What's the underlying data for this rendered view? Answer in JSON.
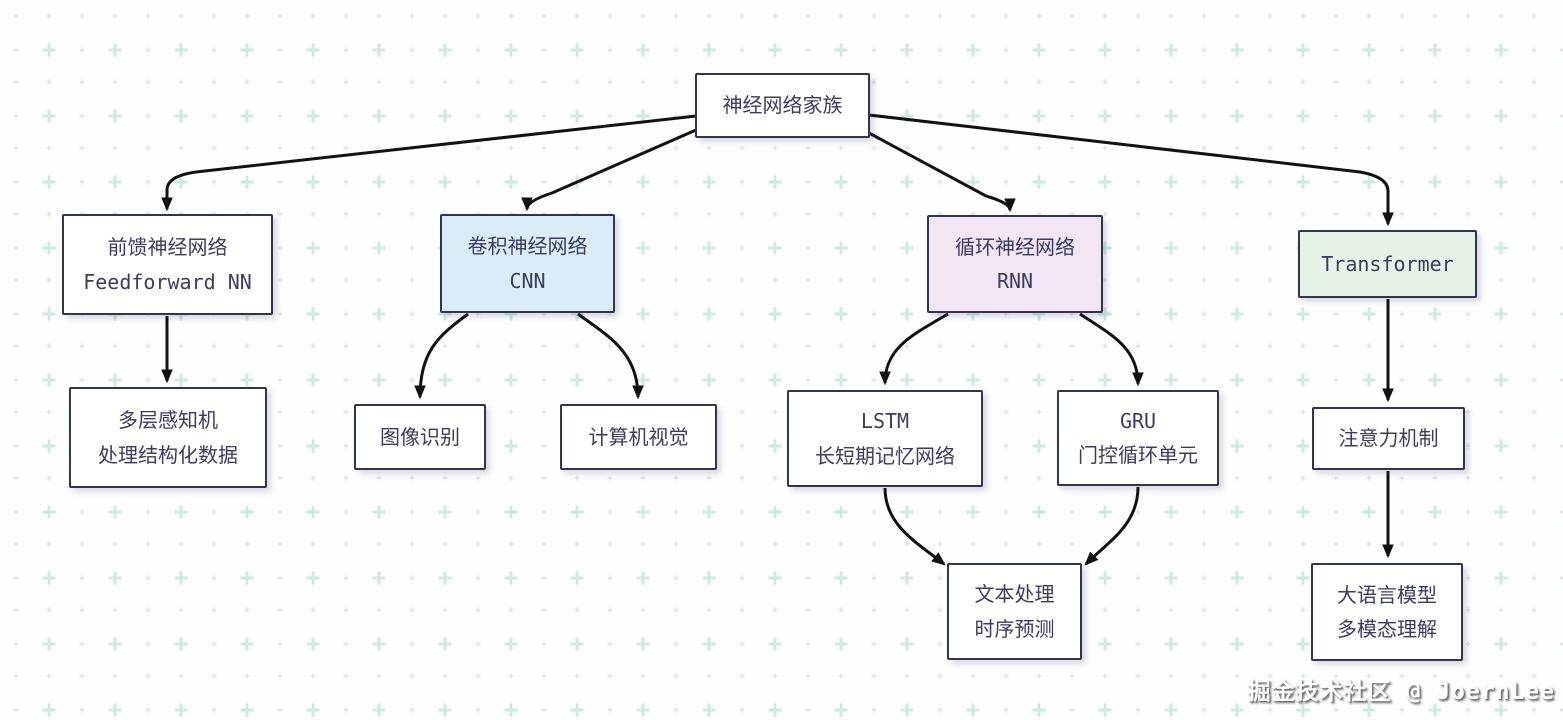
{
  "diagram": {
    "title": "神经网络家族",
    "nodes": {
      "root": {
        "lines": [
          "神经网络家族"
        ]
      },
      "ffnn": {
        "lines": [
          "前馈神经网络",
          "Feedforward NN"
        ]
      },
      "cnn": {
        "lines": [
          "卷积神经网络",
          "CNN"
        ]
      },
      "rnn": {
        "lines": [
          "循环神经网络",
          "RNN"
        ]
      },
      "transformer": {
        "lines": [
          "Transformer"
        ]
      },
      "mlp": {
        "lines": [
          "多层感知机",
          "处理结构化数据"
        ]
      },
      "image_recognition": {
        "lines": [
          "图像识别"
        ]
      },
      "computer_vision": {
        "lines": [
          "计算机视觉"
        ]
      },
      "lstm": {
        "lines": [
          "LSTM",
          "长短期记忆网络"
        ]
      },
      "gru": {
        "lines": [
          "GRU",
          "门控循环单元"
        ]
      },
      "attention": {
        "lines": [
          "注意力机制"
        ]
      },
      "text_processing": {
        "lines": [
          "文本处理",
          "时序预测"
        ]
      },
      "llm": {
        "lines": [
          "大语言模型",
          "多模态理解"
        ]
      }
    },
    "edges": [
      {
        "from": "root",
        "to": "ffnn"
      },
      {
        "from": "root",
        "to": "cnn"
      },
      {
        "from": "root",
        "to": "rnn"
      },
      {
        "from": "root",
        "to": "transformer"
      },
      {
        "from": "ffnn",
        "to": "mlp"
      },
      {
        "from": "cnn",
        "to": "image_recognition"
      },
      {
        "from": "cnn",
        "to": "computer_vision"
      },
      {
        "from": "rnn",
        "to": "lstm"
      },
      {
        "from": "rnn",
        "to": "gru"
      },
      {
        "from": "lstm",
        "to": "text_processing"
      },
      {
        "from": "gru",
        "to": "text_processing"
      },
      {
        "from": "transformer",
        "to": "attention"
      },
      {
        "from": "attention",
        "to": "llm"
      }
    ],
    "colors": {
      "node_border": "#33344e",
      "node_text": "#3b3c5e",
      "node_fill_default": "#ffffff",
      "cnn_fill": "#d9ecf8",
      "rnn_fill": "#f2e5f4",
      "transformer_fill": "#e8f3e8",
      "arrow": "#121212",
      "background": "#fdfefe",
      "background_plus": "#cfe8e3",
      "background_dot": "#dde6ec"
    },
    "watermark": "掘金技术社区 @ JoernLee"
  }
}
